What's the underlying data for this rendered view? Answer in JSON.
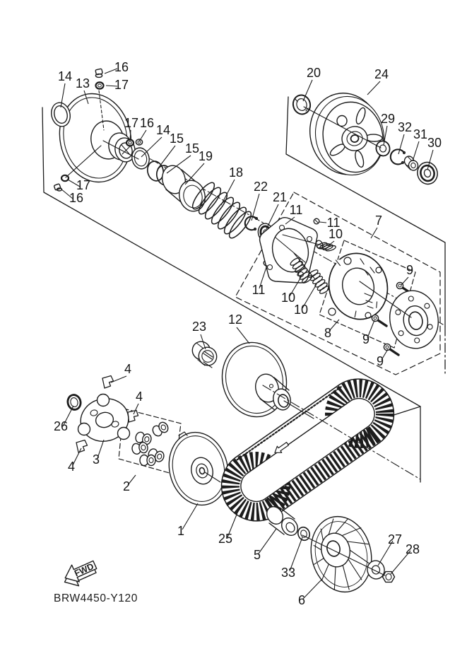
{
  "diagram": {
    "code": "BRW4450-Y120",
    "fwd_label": "FWD",
    "ink_color": "#1c1c1c",
    "background_color": "#ffffff"
  },
  "labels": [
    "16",
    "14",
    "13",
    "17",
    "17",
    "16",
    "14",
    "15",
    "15",
    "19",
    "18",
    "22",
    "21",
    "11",
    "11",
    "10",
    "7",
    "20",
    "24",
    "29",
    "32",
    "31",
    "30",
    "17",
    "16",
    "11",
    "10",
    "10",
    "8",
    "9",
    "9",
    "9",
    "23",
    "12",
    "4",
    "4",
    "26",
    "3",
    "4",
    "2",
    "1",
    "25",
    "5",
    "33",
    "6",
    "27",
    "28"
  ]
}
